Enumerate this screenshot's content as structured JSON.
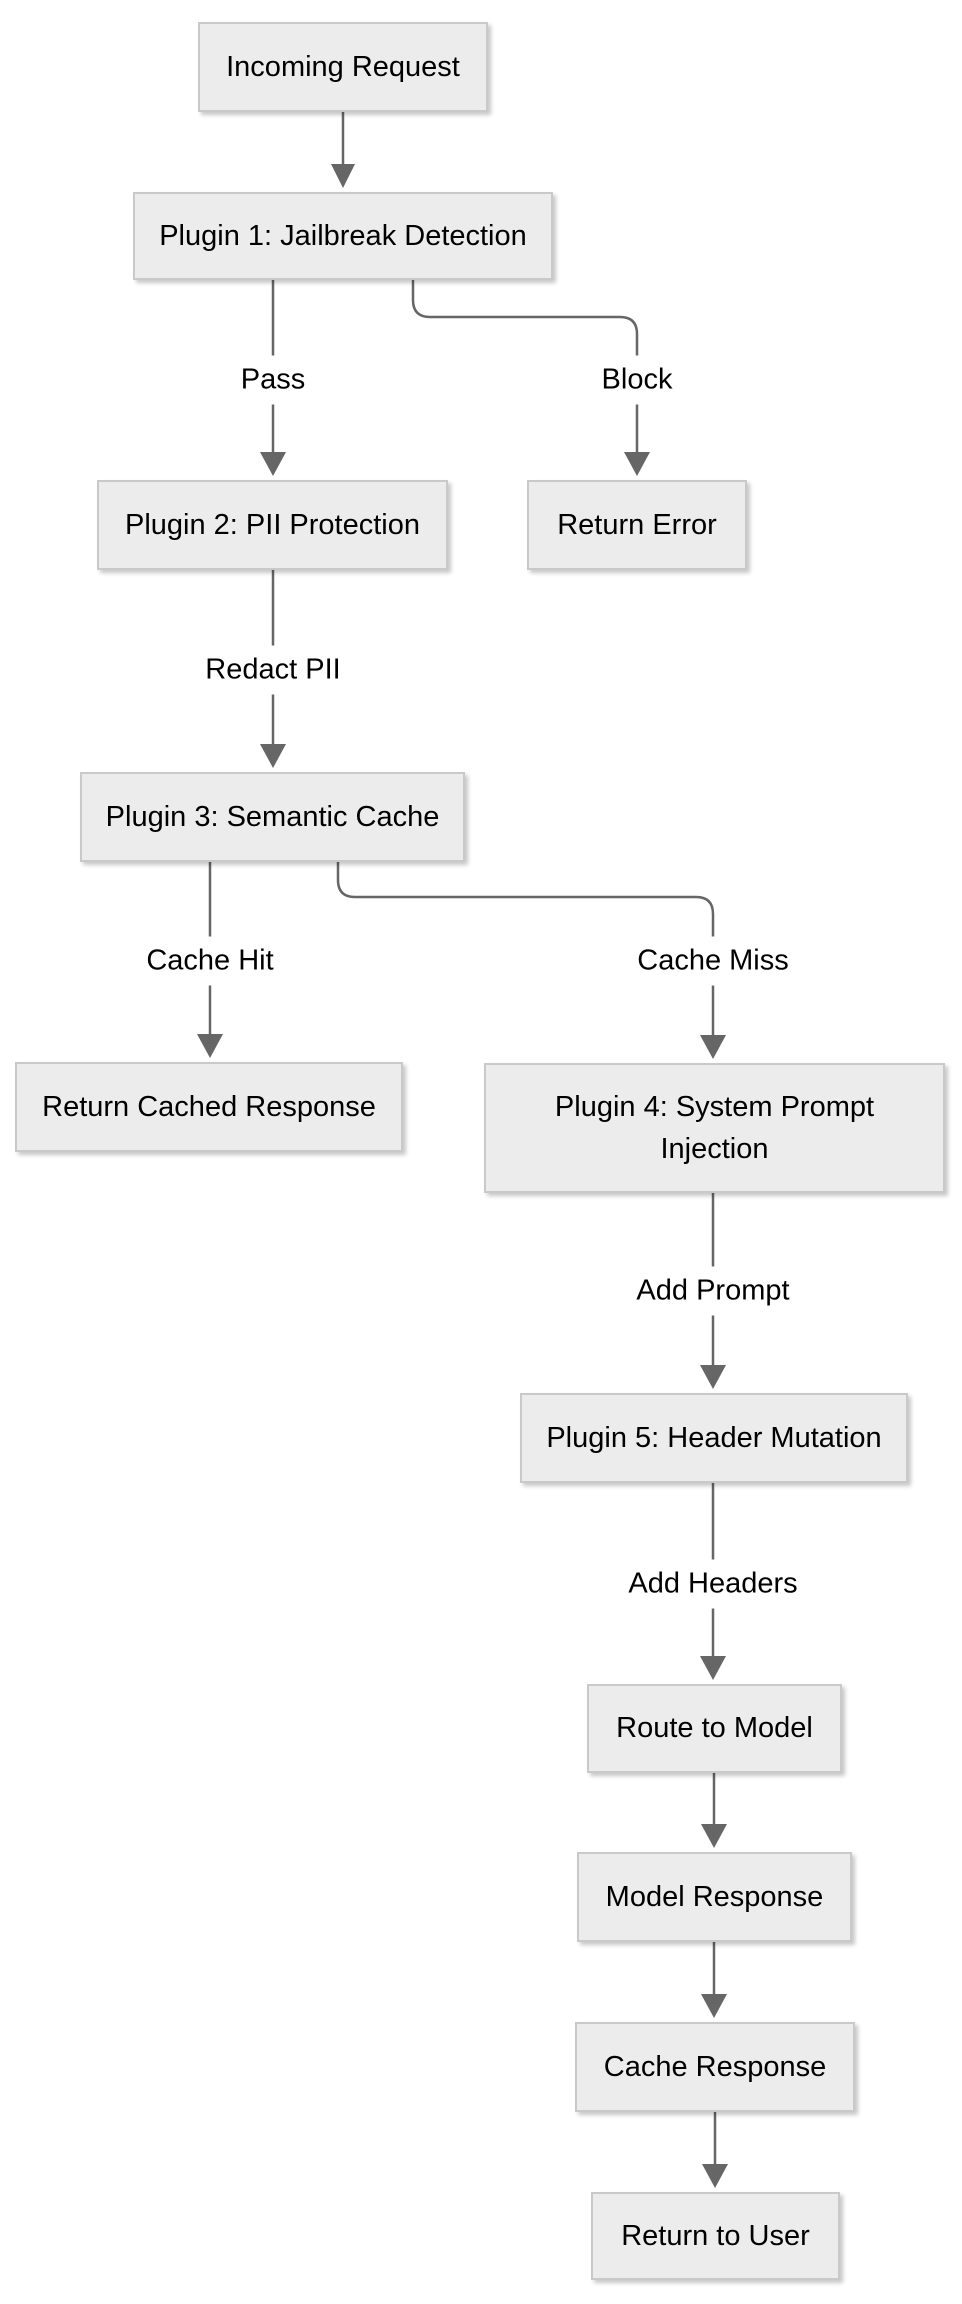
{
  "diagram": {
    "type": "flowchart",
    "direction": "top-down",
    "colors": {
      "background": "#ffffff",
      "node_fill": "#ececec",
      "node_border": "#c9c9c9",
      "edge": "#666666",
      "text": "#000000"
    },
    "nodes": [
      {
        "id": "incoming_request",
        "label": "Incoming Request"
      },
      {
        "id": "plugin1",
        "label": "Plugin 1: Jailbreak Detection"
      },
      {
        "id": "plugin2",
        "label": "Plugin 2: PII Protection"
      },
      {
        "id": "return_error",
        "label": "Return Error"
      },
      {
        "id": "plugin3",
        "label": "Plugin 3: Semantic Cache"
      },
      {
        "id": "return_cached_response",
        "label": "Return Cached Response"
      },
      {
        "id": "plugin4",
        "label": "Plugin 4: System Prompt Injection"
      },
      {
        "id": "plugin5",
        "label": "Plugin 5: Header Mutation"
      },
      {
        "id": "route_to_model",
        "label": "Route to Model"
      },
      {
        "id": "model_response",
        "label": "Model Response"
      },
      {
        "id": "cache_response",
        "label": "Cache Response"
      },
      {
        "id": "return_to_user",
        "label": "Return to User"
      }
    ],
    "edges": [
      {
        "from": "incoming_request",
        "to": "plugin1",
        "label": ""
      },
      {
        "from": "plugin1",
        "to": "plugin2",
        "label": "Pass"
      },
      {
        "from": "plugin1",
        "to": "return_error",
        "label": "Block"
      },
      {
        "from": "plugin2",
        "to": "plugin3",
        "label": "Redact PII"
      },
      {
        "from": "plugin3",
        "to": "return_cached_response",
        "label": "Cache Hit"
      },
      {
        "from": "plugin3",
        "to": "plugin4",
        "label": "Cache Miss"
      },
      {
        "from": "plugin4",
        "to": "plugin5",
        "label": "Add Prompt"
      },
      {
        "from": "plugin5",
        "to": "route_to_model",
        "label": "Add Headers"
      },
      {
        "from": "route_to_model",
        "to": "model_response",
        "label": ""
      },
      {
        "from": "model_response",
        "to": "cache_response",
        "label": ""
      },
      {
        "from": "cache_response",
        "to": "return_to_user",
        "label": ""
      }
    ]
  }
}
